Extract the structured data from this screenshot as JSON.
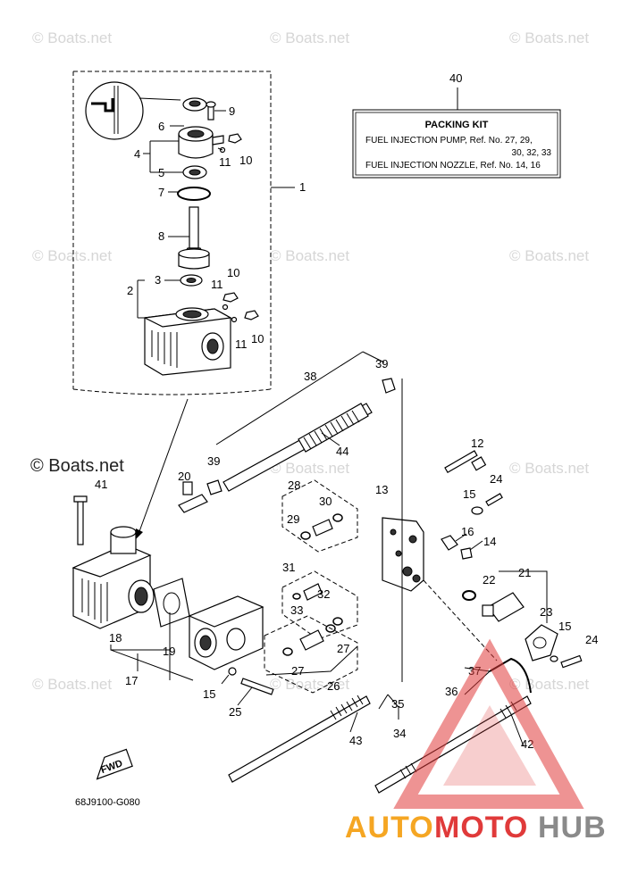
{
  "watermark": "© Boats.net",
  "watermark_main": "© Boats.net",
  "diagram_code": "68J9100-G080",
  "fwd_label": "FWD",
  "packing_kit": {
    "title": "PACKING KIT",
    "line1": "FUEL INJECTION PUMP, Ref. No. 27, 29,",
    "line2": "30, 32, 33",
    "line3": "FUEL INJECTION NOZZLE, Ref. No. 14, 16"
  },
  "logo": {
    "auto": "AUTO",
    "moto": "MOTO",
    "hub": "HUB"
  },
  "callouts": [
    "1",
    "2",
    "3",
    "4",
    "5",
    "6",
    "7",
    "8",
    "9",
    "10",
    "10",
    "10",
    "11",
    "11",
    "11",
    "12",
    "13",
    "14",
    "15",
    "15",
    "15",
    "16",
    "17",
    "18",
    "19",
    "20",
    "21",
    "22",
    "23",
    "24",
    "24",
    "25",
    "26",
    "27",
    "27",
    "28",
    "29",
    "30",
    "31",
    "32",
    "33",
    "34",
    "35",
    "36",
    "37",
    "38",
    "39",
    "39",
    "40",
    "41",
    "42",
    "43",
    "44"
  ],
  "colors": {
    "logo_orange": "#f5a623",
    "logo_red": "#e03a3a",
    "logo_gray": "#8a8a8a"
  }
}
